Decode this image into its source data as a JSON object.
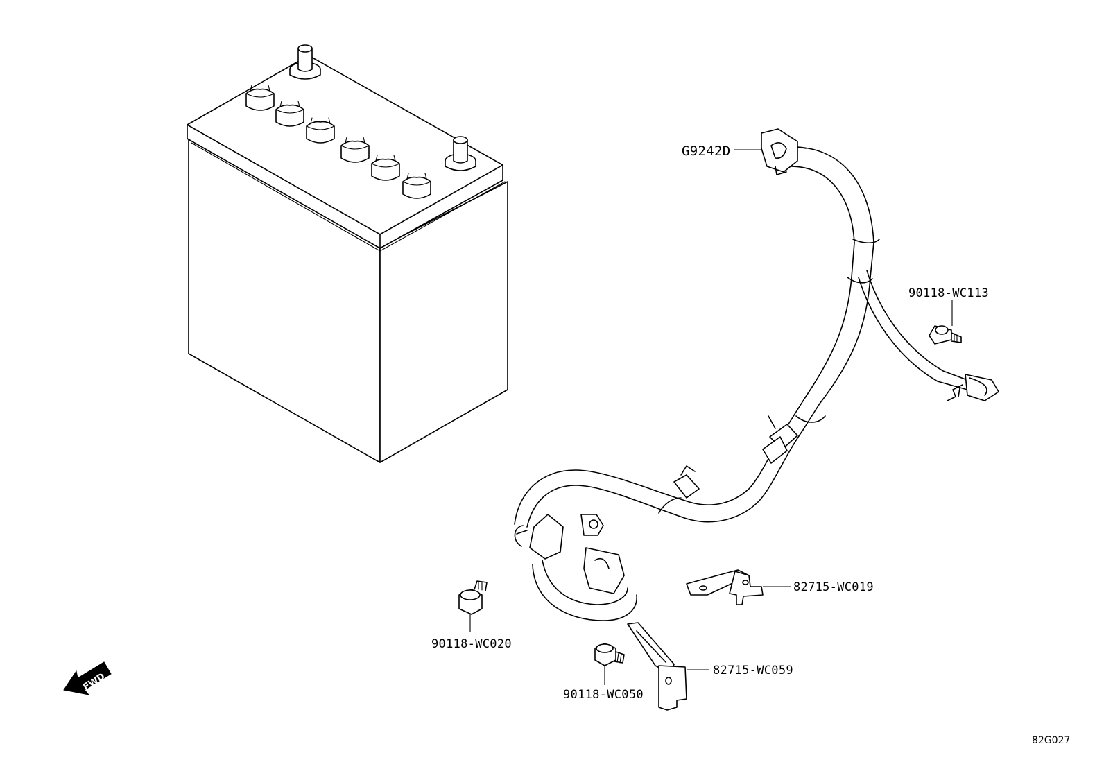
{
  "diagram": {
    "reference_code": "82G027",
    "direction_marker": "FWD",
    "parts": [
      {
        "id": "cable",
        "label": "G9242D"
      },
      {
        "id": "bolt_wc113",
        "label": "90118-WC113"
      },
      {
        "id": "bracket_wc019",
        "label": "82715-WC019"
      },
      {
        "id": "bolt_wc020",
        "label": "90118-WC020"
      },
      {
        "id": "bracket_wc059",
        "label": "82715-WC059"
      },
      {
        "id": "bolt_wc050",
        "label": "90118-WC050"
      }
    ]
  }
}
